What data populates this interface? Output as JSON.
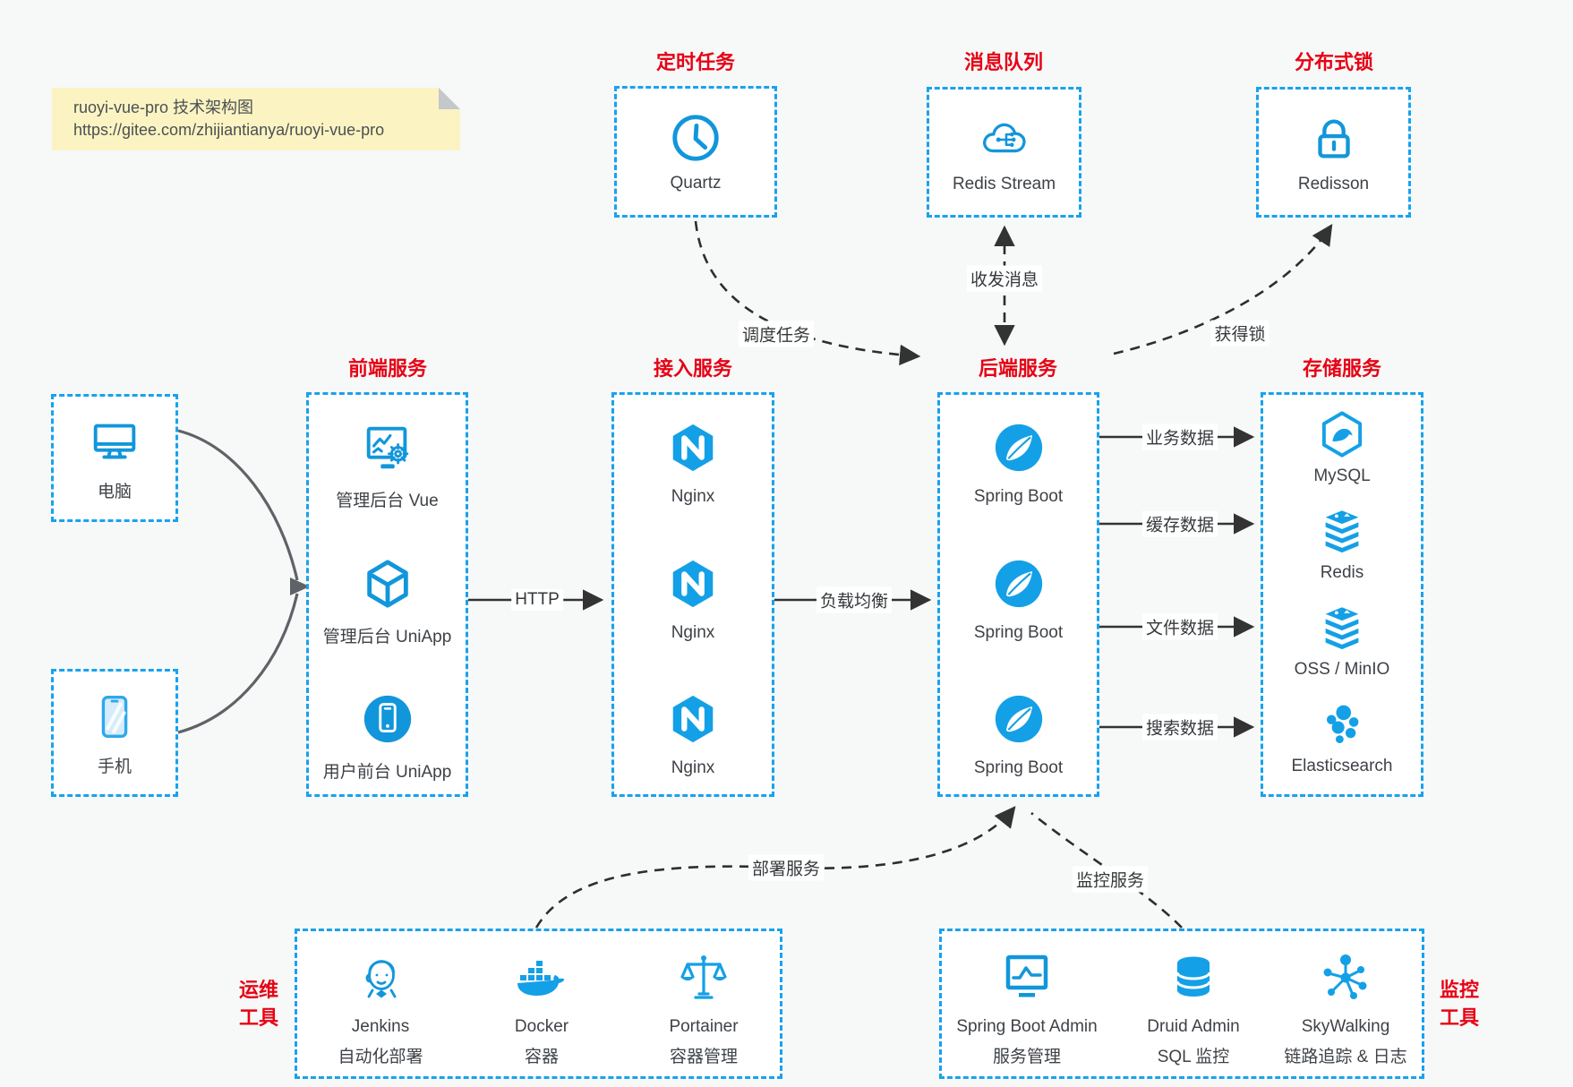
{
  "note": {
    "line1": "ruoyi-vue-pro 技术架构图",
    "line2": "https://gitee.com/zhijiantianya/ruoyi-vue-pro"
  },
  "colors": {
    "background": "#f7f8f8",
    "box_border_blue": "#18a2ee",
    "icon_blue": "#1296db",
    "title_red": "#e60315",
    "arrow_dark": "#333333",
    "client_arrow_gray": "#5f6368",
    "note_bg": "#fbf4c2",
    "label_text": "#3e4247"
  },
  "titles": {
    "scheduler": "定时任务",
    "mq": "消息队列",
    "lock": "分布式锁",
    "frontend": "前端服务",
    "gateway": "接入服务",
    "backend": "后端服务",
    "storage": "存储服务",
    "devops_l1": "运维",
    "devops_l2": "工具",
    "monitoring_l1": "监控",
    "monitoring_l2": "工具"
  },
  "nodes": {
    "quartz": {
      "label": "Quartz",
      "icon": "clock-icon"
    },
    "redis_stream": {
      "label": "Redis Stream",
      "icon": "cloud-network-icon"
    },
    "redisson": {
      "label": "Redisson",
      "icon": "lock-icon"
    },
    "pc": {
      "label": "电脑",
      "icon": "desktop-icon"
    },
    "mobile": {
      "label": "手机",
      "icon": "phone-icon"
    },
    "frontend": [
      {
        "label": "管理后台 Vue",
        "icon": "admin-vue-icon"
      },
      {
        "label": "管理后台 UniApp",
        "icon": "uniapp-cube-icon"
      },
      {
        "label": "用户前台 UniApp",
        "icon": "user-uniapp-icon"
      }
    ],
    "gateway": [
      {
        "label": "Nginx",
        "icon": "nginx-icon"
      },
      {
        "label": "Nginx",
        "icon": "nginx-icon"
      },
      {
        "label": "Nginx",
        "icon": "nginx-icon"
      }
    ],
    "backend": [
      {
        "label": "Spring Boot",
        "icon": "spring-icon"
      },
      {
        "label": "Spring Boot",
        "icon": "spring-icon"
      },
      {
        "label": "Spring Boot",
        "icon": "spring-icon"
      }
    ],
    "storage": [
      {
        "label": "MySQL",
        "icon": "mysql-icon"
      },
      {
        "label": "Redis",
        "icon": "redis-stack-icon"
      },
      {
        "label": "OSS / MinIO",
        "icon": "oss-stack-icon"
      },
      {
        "label": "Elasticsearch",
        "icon": "elasticsearch-icon"
      }
    ],
    "devops": [
      {
        "name": "Jenkins",
        "desc": "自动化部署",
        "icon": "jenkins-icon"
      },
      {
        "name": "Docker",
        "desc": "容器",
        "icon": "docker-whale-icon"
      },
      {
        "name": "Portainer",
        "desc": "容器管理",
        "icon": "scales-icon"
      }
    ],
    "monitoring": [
      {
        "name": "Spring Boot Admin",
        "desc": "服务管理",
        "icon": "monitor-chart-icon"
      },
      {
        "name": "Druid Admin",
        "desc": "SQL 监控",
        "icon": "database-icon"
      },
      {
        "name": "SkyWalking",
        "desc": "链路追踪 & 日志",
        "icon": "hub-nodes-icon"
      }
    ]
  },
  "edges": {
    "http": "HTTP",
    "lb": "负载均衡",
    "schedule": "调度任务",
    "message": "收发消息",
    "lock": "获得锁",
    "business": "业务数据",
    "cache": "缓存数据",
    "file": "文件数据",
    "search": "搜索数据",
    "deploy": "部署服务",
    "monitor": "监控服务"
  }
}
